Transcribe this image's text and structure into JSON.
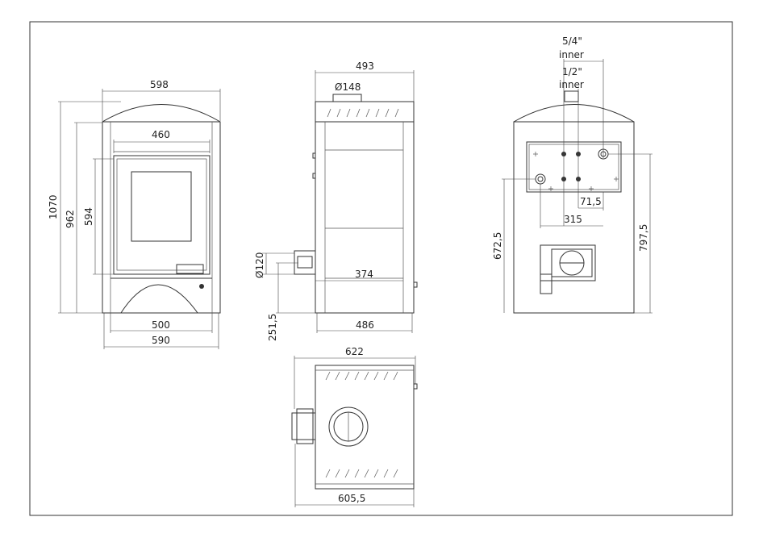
{
  "drawing": {
    "front": {
      "width_top": "598",
      "door_width": "460",
      "window_height": "594",
      "inner_height": "962",
      "total_height": "1070",
      "base_width": "500",
      "bottom_width": "590"
    },
    "side": {
      "depth_top": "493",
      "top_flue": "Ø148",
      "rear_flue": "Ø120",
      "inner_depth": "374",
      "flue_height": "251,5",
      "bottom_depth": "486"
    },
    "back": {
      "pipe_outer": "5/4\"",
      "pipe_outer_note": "inner",
      "pipe_inner": "1/2\"",
      "pipe_inner_note": "inner",
      "spacing_small": "71,5",
      "spacing_wide": "315",
      "height_left": "672,5",
      "height_right": "797,5"
    },
    "top": {
      "width_top": "622",
      "width_bottom": "605,5"
    }
  }
}
